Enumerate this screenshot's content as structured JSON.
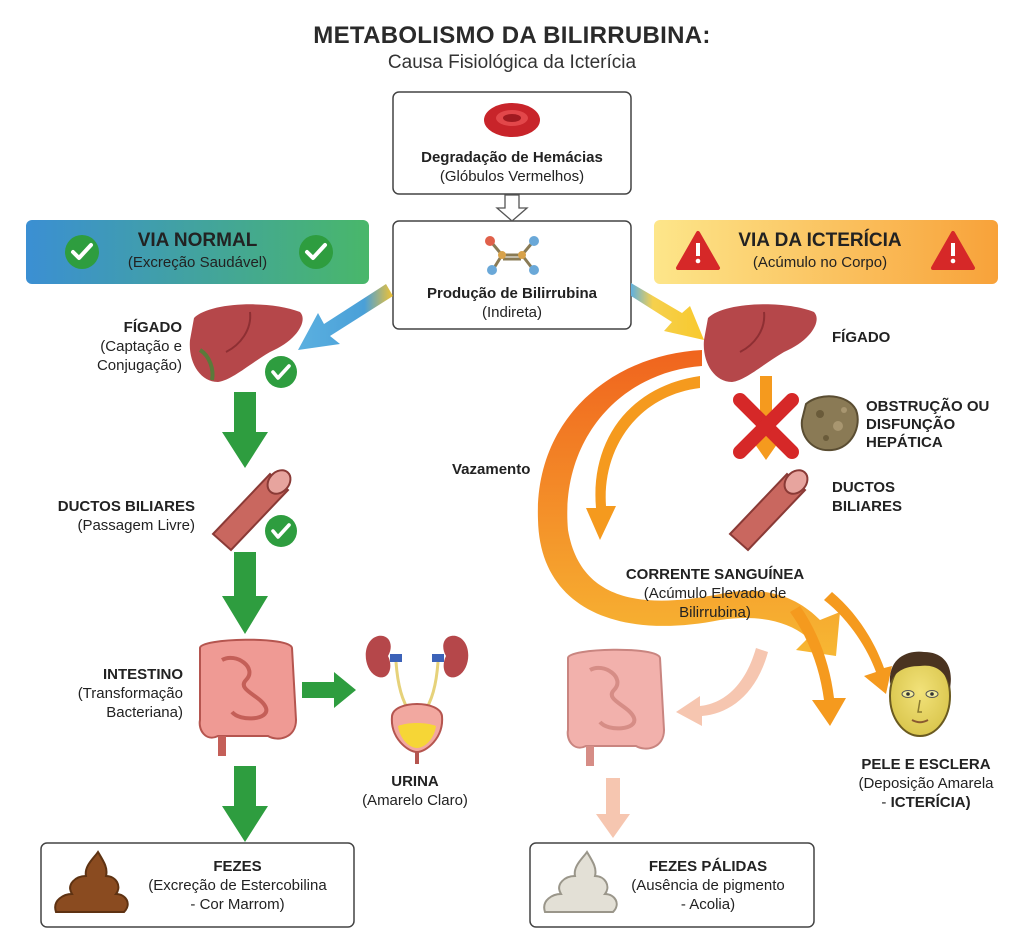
{
  "title": "METABOLISMO DA BILIRRUBINA:",
  "subtitle": "Causa Fisiológica da Icterícia",
  "top": {
    "hemacias_title": "Degradação de Hemácias",
    "hemacias_sub": "(Glóbulos Vermelhos)",
    "bilirrubina_title": "Produção de Bilirrubina",
    "bilirrubina_sub": "(Indireta)"
  },
  "normal": {
    "banner_title": "VIA NORMAL",
    "banner_sub": "(Excreção Saudável)",
    "figado_title": "FÍGADO",
    "figado_sub1": "(Captação e",
    "figado_sub2": "Conjugação)",
    "ductos_title": "DUCTOS BILIARES",
    "ductos_sub": "(Passagem Livre)",
    "intestino_title": "INTESTINO",
    "intestino_sub1": "(Transformação",
    "intestino_sub2": "Bacteriana)",
    "urina_title": "URINA",
    "urina_sub": "(Amarelo Claro)",
    "fezes_title": "FEZES",
    "fezes_sub1": "(Excreção de Estercobilina",
    "fezes_sub2": "- Cor Marrom)"
  },
  "ictericia": {
    "banner_title": "VIA DA ICTERÍCIA",
    "banner_sub": "(Acúmulo no Corpo)",
    "figado_title": "FÍGADO",
    "obstrucao1": "OBSTRUÇÃO OU",
    "obstrucao2": "DISFUNÇÃO",
    "obstrucao3": "HEPÁTICA",
    "ductos1": "DUCTOS",
    "ductos2": "BILIARES",
    "vazamento": "Vazamento",
    "corrente_title": "CORRENTE SANGUÍNEA",
    "corrente_sub1": "(Acúmulo Elevado de",
    "corrente_sub2": "Bilirrubina)",
    "pele_title": "PELE E ESCLERA",
    "pele_sub1": "(Deposição Amarela",
    "pele_sub2": "- ",
    "pele_sub3": "ICTERÍCIA)",
    "fezes_title": "FEZES PÁLIDAS",
    "fezes_sub1": "(Ausência de pigmento",
    "fezes_sub2": "- Acolia)"
  },
  "colors": {
    "normal_green": "#2e9d3f",
    "normal_blue": "#3a8fd0",
    "warn_orange": "#f28a1e",
    "warn_yellow": "#fcd34d",
    "warn_red": "#d62828",
    "liver": "#b5474a"
  }
}
